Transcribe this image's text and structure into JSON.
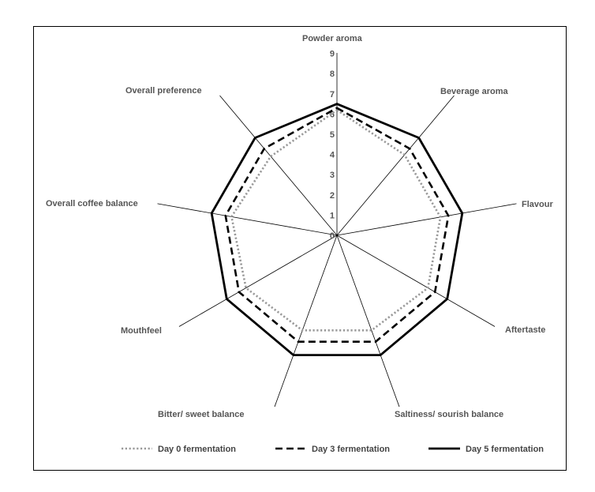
{
  "chart_data": {
    "type": "radar",
    "title": "",
    "axes": [
      "Powder aroma",
      "Beverage aroma",
      "Flavour",
      "Aftertaste",
      "Saltiness/ sourish balance",
      "Bitter/ sweet balance",
      "Mouthfeel",
      "Overall coffee balance",
      "Overall preference"
    ],
    "ticks": [
      "0",
      "1",
      "2",
      "3",
      "4",
      "5",
      "6",
      "7",
      "8",
      "9"
    ],
    "range": [
      0,
      9
    ],
    "legend_position": "bottom",
    "series": [
      {
        "name": "Day 0 fermentation",
        "style": "dotted",
        "color": "#999999",
        "values": [
          6.2,
          5.2,
          5.2,
          5.2,
          5.0,
          5.0,
          5.2,
          5.3,
          5.1
        ]
      },
      {
        "name": "Day 3 fermentation",
        "style": "dashed",
        "color": "#000000",
        "values": [
          6.3,
          5.6,
          5.6,
          5.6,
          5.6,
          5.6,
          5.6,
          5.6,
          5.6
        ]
      },
      {
        "name": "Day 5 fermentation",
        "style": "solid",
        "color": "#000000",
        "values": [
          6.5,
          6.3,
          6.3,
          6.3,
          6.3,
          6.3,
          6.3,
          6.3,
          6.3
        ]
      }
    ]
  }
}
